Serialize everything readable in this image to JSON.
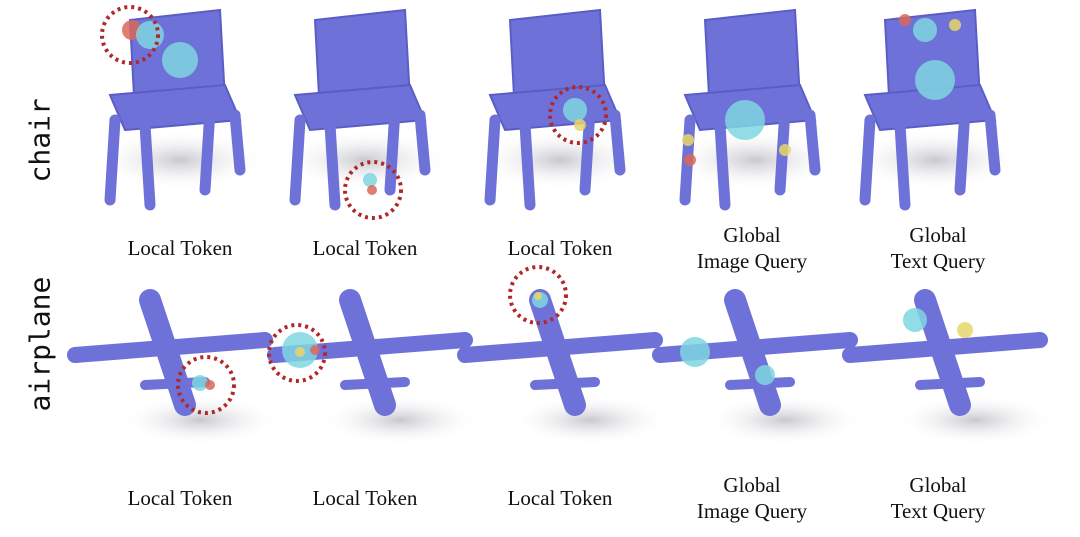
{
  "rows": [
    {
      "label": "chair",
      "captions": [
        [
          "Local Token"
        ],
        [
          "Local Token"
        ],
        [
          "Local Token"
        ],
        [
          "Global",
          "Image Query"
        ],
        [
          "Global",
          "Text Query"
        ]
      ]
    },
    {
      "label": "airplane",
      "captions": [
        [
          "Local Token"
        ],
        [
          "Local Token"
        ],
        [
          "Local Token"
        ],
        [
          "Global",
          "Image Query"
        ],
        [
          "Global",
          "Text Query"
        ]
      ]
    }
  ],
  "colors": {
    "base": "#6e72d8",
    "cyan": "#7fd6e0",
    "yellow": "#e8d66a",
    "red": "#d9675a",
    "highlight_circle": "#b0282a"
  }
}
